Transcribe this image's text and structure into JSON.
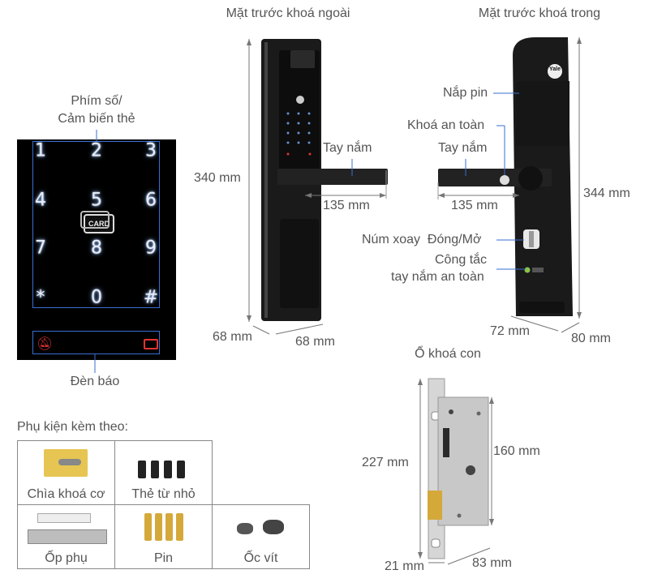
{
  "keypad": {
    "title": "Phím số/\nCảm biến thẻ",
    "title_line1": "Phím số/",
    "title_line2": "Cảm biến thẻ",
    "keys": [
      "1",
      "2",
      "3",
      "4",
      "5",
      "6",
      "7",
      "8",
      "9",
      "*",
      "0",
      "#"
    ],
    "card_text": "CARD",
    "indicator_label": "Đèn báo"
  },
  "outer": {
    "title": "Mặt trước khoá ngoài",
    "height": "340 mm",
    "handle_label": "Tay nắm",
    "handle_length": "135 mm",
    "depth": "68 mm",
    "width": "68 mm"
  },
  "inner": {
    "title": "Mặt trước khoá trong",
    "brand": "Yale",
    "height": "344 mm",
    "battery_cover": "Nắp pin",
    "safety_lock": "Khoá an toàn",
    "handle_label": "Tay nắm",
    "handle_length": "135 mm",
    "knob_label": "Núm xoay  Đóng/Mở",
    "switch_label_1": "Công tắc",
    "switch_label_2": "tay nắm an toàn",
    "width": "72 mm",
    "depth": "80 mm"
  },
  "mortise": {
    "title": "Ổ khoá con",
    "height": "227 mm",
    "body_height": "160 mm",
    "faceplate_width": "21 mm",
    "body_width": "83 mm"
  },
  "accessories": {
    "title": "Phụ kiện kèm theo:",
    "items": [
      "Chìa khoá cơ",
      "Thẻ từ nhỏ",
      "Ốp phụ",
      "Pin",
      "Ốc vít"
    ]
  },
  "colors": {
    "lock_body": "#1a1a1a",
    "key_glow": "#7fb0ff",
    "frame_blue": "#3a6fd0",
    "led_red": "#e23333",
    "mortise_metal": "#c8c8c8",
    "brass": "#d4a93a"
  }
}
